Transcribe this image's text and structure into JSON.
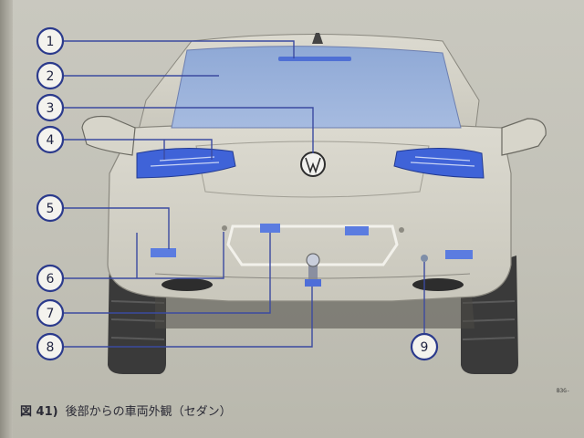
{
  "figure": {
    "label": "図 41)",
    "caption": "後部からの車両外観（セダン）",
    "code": "B3G-"
  },
  "callouts": [
    {
      "number": "1"
    },
    {
      "number": "2"
    },
    {
      "number": "3"
    },
    {
      "number": "4"
    },
    {
      "number": "5"
    },
    {
      "number": "6"
    },
    {
      "number": "7"
    },
    {
      "number": "8"
    },
    {
      "number": "9"
    }
  ],
  "colors": {
    "callout_stroke": "#2b3a8c",
    "callout_fill": "#f4f3ee",
    "leader": "#3b4aa0",
    "highlight": "#3f63d8",
    "body": "#d6d4c9",
    "tire": "#3a3a3a"
  }
}
